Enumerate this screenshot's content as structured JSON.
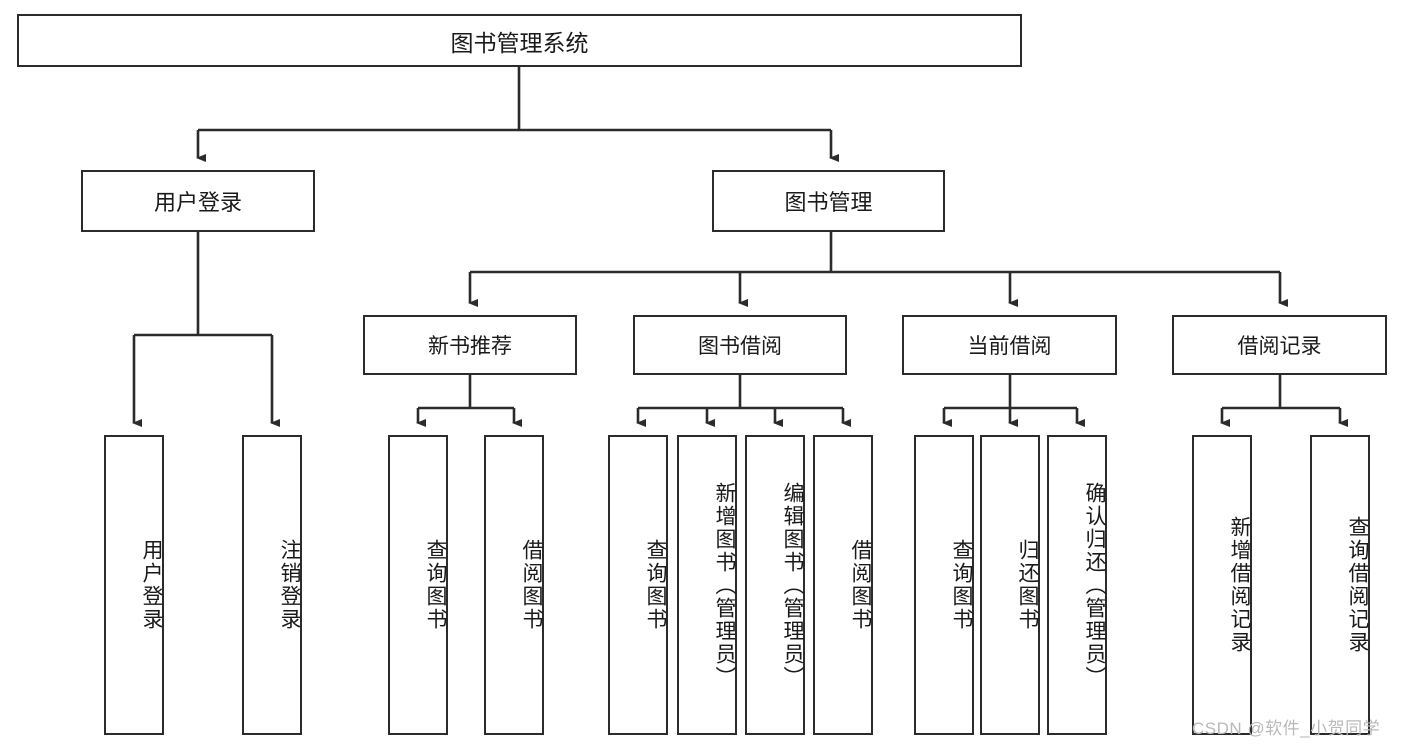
{
  "diagram": {
    "title": "图书管理系统",
    "type": "hierarchy-tree",
    "colors": {
      "box_border": "#2b2b2b",
      "box_fill": "#ffffff",
      "connector": "#2b2b2b",
      "watermark": "#b9b9b9",
      "background": "#ffffff"
    },
    "root": {
      "label": "图书管理系统"
    },
    "level2": [
      {
        "label": "用户登录"
      },
      {
        "label": "图书管理"
      }
    ],
    "level3": [
      {
        "label": "新书推荐"
      },
      {
        "label": "图书借阅"
      },
      {
        "label": "当前借阅"
      },
      {
        "label": "借阅记录"
      }
    ],
    "leaves": {
      "user_login": [
        {
          "label": "用户登录"
        },
        {
          "label": "注销登录"
        }
      ],
      "new_book_recommend": [
        {
          "label": "查询图书"
        },
        {
          "label": "借阅图书"
        }
      ],
      "book_borrow": [
        {
          "label": "查询图书"
        },
        {
          "label": "新增图书（管理员）"
        },
        {
          "label": "编辑图书（管理员）"
        },
        {
          "label": "借阅图书"
        }
      ],
      "current_borrow": [
        {
          "label": "查询图书"
        },
        {
          "label": "归还图书"
        },
        {
          "label": "确认归还（管理员）"
        }
      ],
      "borrow_record": [
        {
          "label": "新增借阅记录"
        },
        {
          "label": "查询借阅记录"
        }
      ]
    }
  },
  "watermark": {
    "text": "CSDN @软件_小贺同学"
  }
}
